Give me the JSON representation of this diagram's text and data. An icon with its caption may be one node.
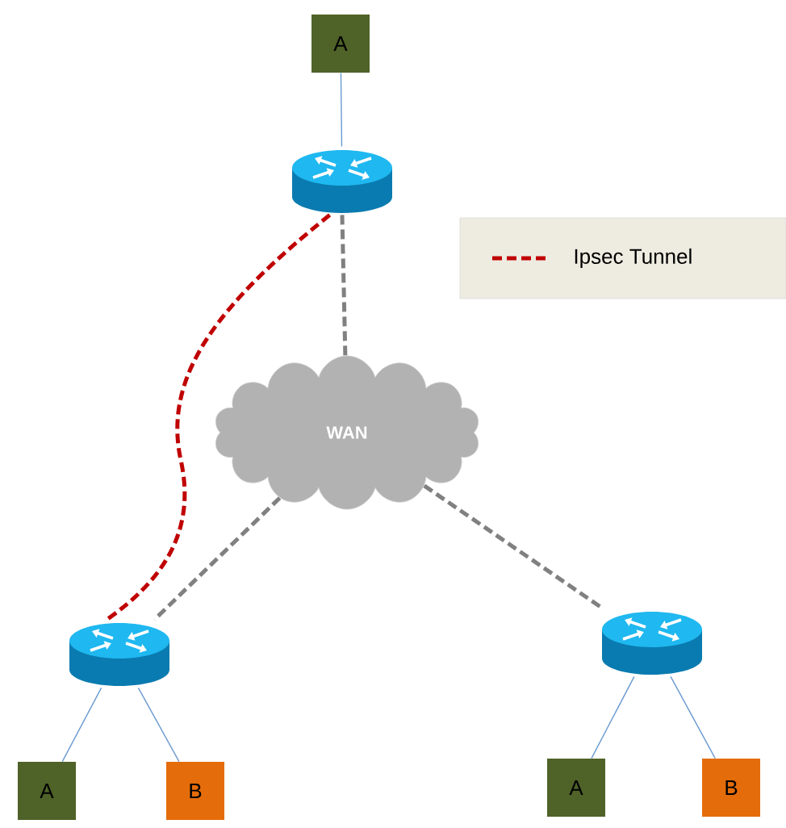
{
  "diagram": {
    "nodes": [
      {
        "text": [
          "A"
        ]
      },
      {
        "text": [],
        "shape": "router"
      },
      {
        "text": [
          "WAN"
        ]
      },
      {
        "text": [],
        "shape": "router"
      },
      {
        "text": [],
        "shape": "router"
      },
      {
        "text": [
          "A"
        ]
      },
      {
        "text": [
          "B"
        ]
      },
      {
        "text": [
          "A"
        ]
      },
      {
        "text": [
          "B"
        ]
      }
    ],
    "edges": [
      {
        "from": 0,
        "to": 1,
        "arrow": "none"
      },
      {
        "from": 1,
        "to": 2,
        "arrow": "none",
        "style": "dashed",
        "color": "#808080"
      },
      {
        "from": 2,
        "to": 3,
        "arrow": "none",
        "style": "dashed",
        "color": "#808080"
      },
      {
        "from": 2,
        "to": 4,
        "arrow": "none",
        "style": "dashed",
        "color": "#808080"
      },
      {
        "from": 1,
        "to": 3,
        "arrow": "none",
        "style": "dashed",
        "color": "#c00000"
      },
      {
        "from": 3,
        "to": 5,
        "arrow": "none"
      },
      {
        "from": 3,
        "to": 6,
        "arrow": "none"
      },
      {
        "from": 4,
        "to": 7,
        "arrow": "none"
      },
      {
        "from": 4,
        "to": 8,
        "arrow": "none"
      }
    ],
    "legend": [
      {
        "text": "Ipsec Tunnel"
      }
    ]
  }
}
